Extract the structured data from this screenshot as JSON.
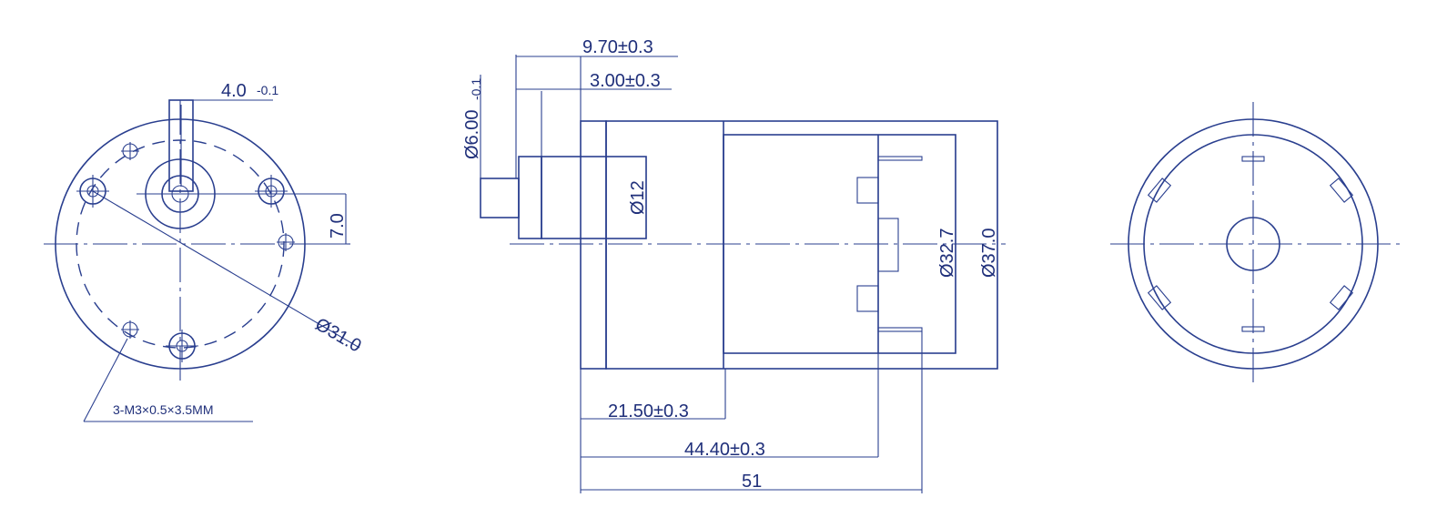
{
  "colors": {
    "line": "#2a3f8f",
    "text": "#1f2f7a",
    "background": "#ffffff"
  },
  "front_view": {
    "shaft_flat_dim": "4.0",
    "shaft_flat_tol": "-0.1",
    "offset_dim": "7.0",
    "pcd_dim": "Ø31.0",
    "screw_note": "3-M3×0.5×3.5MM"
  },
  "side_view": {
    "shaft_length_dim": "9.70±0.3",
    "boss_length_dim": "3.00±0.3",
    "shaft_dia_dim": "Ø6.00",
    "shaft_dia_tol": "-0.1",
    "boss_dia_dim": "Ø12",
    "inner_dia_dim": "Ø32.7",
    "outer_dia_dim": "Ø37.0",
    "dim_21_50": "21.50±0.3",
    "dim_44_40": "44.40±0.3",
    "dim_51": "51"
  }
}
